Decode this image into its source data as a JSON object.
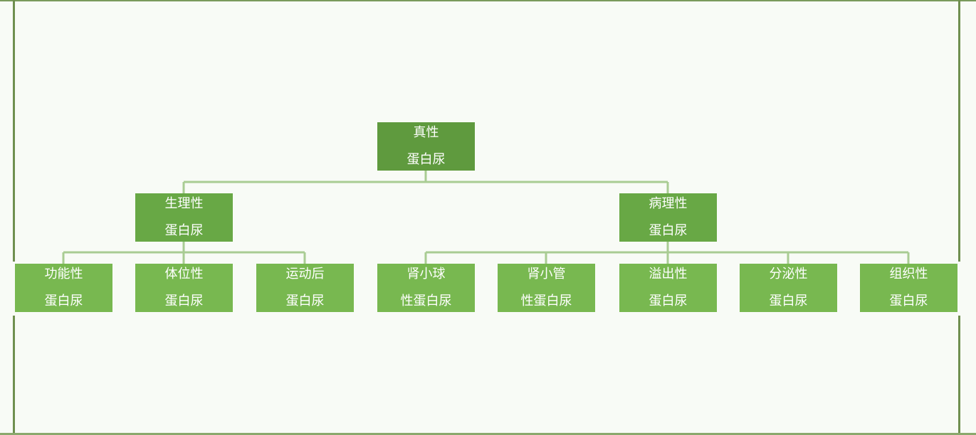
{
  "diagram": {
    "root": {
      "line1": "真性",
      "line2": "蛋白尿"
    },
    "branches": [
      {
        "line1": "生理性",
        "line2": "蛋白尿",
        "children": [
          {
            "line1": "功能性",
            "line2": "蛋白尿"
          },
          {
            "line1": "体位性",
            "line2": "蛋白尿"
          },
          {
            "line1": "运动后",
            "line2": "蛋白尿"
          }
        ]
      },
      {
        "line1": "病理性",
        "line2": "蛋白尿",
        "children": [
          {
            "line1": "肾小球",
            "line2": "性蛋白尿"
          },
          {
            "line1": "肾小管",
            "line2": "性蛋白尿"
          },
          {
            "line1": "溢出性",
            "line2": "蛋白尿"
          },
          {
            "line1": "分泌性",
            "line2": "蛋白尿"
          },
          {
            "line1": "组织性",
            "line2": "蛋白尿"
          }
        ]
      }
    ]
  },
  "colors": {
    "root": "#5f9a3e",
    "level1": "#68a845",
    "level2": "#78b850",
    "connector": "#a9cc93"
  }
}
